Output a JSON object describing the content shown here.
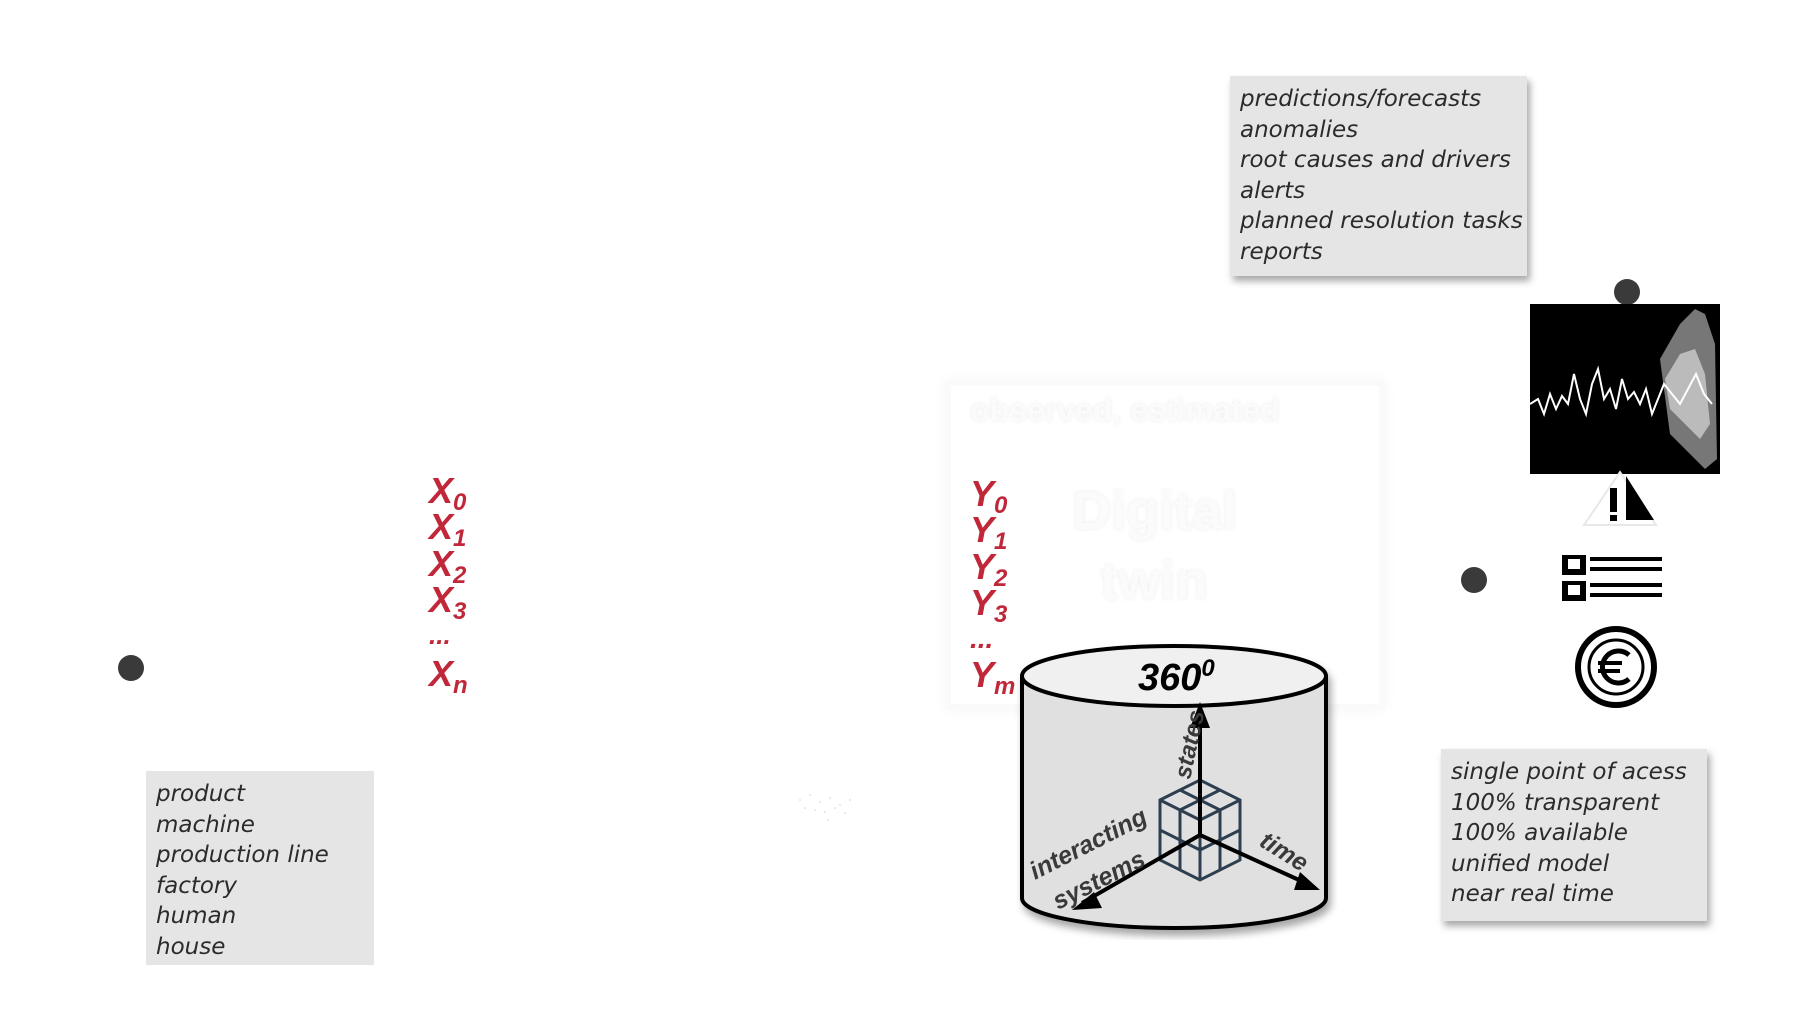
{
  "outputs_panel": {
    "items": [
      "predictions/forecasts",
      "anomalies",
      "root causes and drivers",
      "alerts",
      "planned resolution tasks",
      "reports"
    ]
  },
  "entities_panel": {
    "items": [
      "product",
      "machine",
      "production line",
      "factory",
      "human",
      "house"
    ]
  },
  "features_panel": {
    "items": [
      "single point of acess",
      "100% transparent",
      "100% available",
      "unified model",
      "near real time"
    ]
  },
  "inputs": {
    "x0": {
      "base": "X",
      "sub": "0"
    },
    "x1": {
      "base": "X",
      "sub": "1"
    },
    "x2": {
      "base": "X",
      "sub": "2"
    },
    "x3": {
      "base": "X",
      "sub": "3"
    },
    "ellipsis": "...",
    "xn": {
      "base": "X",
      "sub": "n"
    }
  },
  "outputs_vars": {
    "y0": {
      "base": "Y",
      "sub": "0"
    },
    "y1": {
      "base": "Y",
      "sub": "1"
    },
    "y2": {
      "base": "Y",
      "sub": "2"
    },
    "y3": {
      "base": "Y",
      "sub": "3"
    },
    "ellipsis": "...",
    "ym": {
      "base": "Y",
      "sub": "m"
    }
  },
  "digital_twin": {
    "caption": "observed, estimated",
    "title_line1": "Digital",
    "title_line2": "twin"
  },
  "cylinder": {
    "title_base": "360",
    "title_sup": "0",
    "axis_states": "states",
    "axis_interacting_line1": "interacting",
    "axis_interacting_line2": "systems",
    "axis_time": "time"
  },
  "colors": {
    "variable_red": "#c0283a",
    "panel_gray": "#e5e5e5",
    "dot_gray": "#3a3a3a"
  },
  "icons": [
    "forecast-chart-icon",
    "warning-icon",
    "task-list-icon",
    "euro-icon"
  ]
}
